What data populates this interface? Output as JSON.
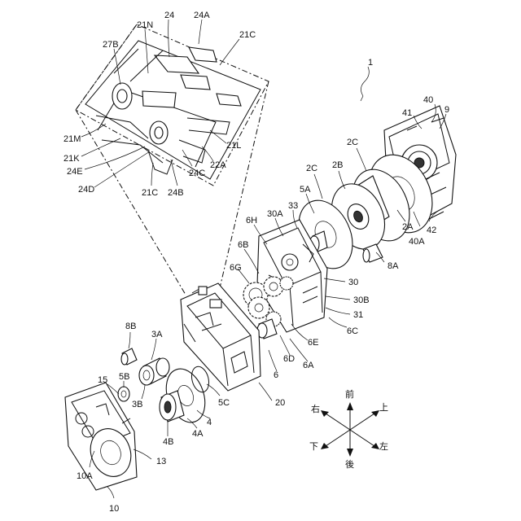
{
  "labels": {
    "l1": "1",
    "l9": "9",
    "l40": "40",
    "l41": "41",
    "l42": "42",
    "l40A": "40A",
    "l2C_a": "2C",
    "l2C_b": "2C",
    "l2B": "2B",
    "l2A": "2A",
    "l5A": "5A",
    "l33": "33",
    "l30A": "30A",
    "l6H": "6H",
    "l6B": "6B",
    "l6G": "6G",
    "l8A": "8A",
    "l30": "30",
    "l30B": "30B",
    "l31": "31",
    "l6C": "6C",
    "l6E": "6E",
    "l6D": "6D",
    "l6A": "6A",
    "l6": "6",
    "l20": "20",
    "l8B": "8B",
    "l3A": "3A",
    "l5B": "5B",
    "l15": "15",
    "l3B": "3B",
    "l5C": "5C",
    "l4": "4",
    "l4A": "4A",
    "l4B": "4B",
    "l13": "13",
    "l10A": "10A",
    "l10": "10",
    "l21N": "21N",
    "l24": "24",
    "l24A": "24A",
    "l27B": "27B",
    "l21C_a": "21C",
    "l21M": "21M",
    "l21K": "21K",
    "l24E": "24E",
    "l24D": "24D",
    "l21C_b": "21C",
    "l24B": "24B",
    "l24C": "24C",
    "l22A": "22A",
    "l21L": "21L"
  },
  "compass": {
    "front": "前",
    "back": "後",
    "up": "上",
    "down": "下",
    "left": "左",
    "right": "右"
  }
}
